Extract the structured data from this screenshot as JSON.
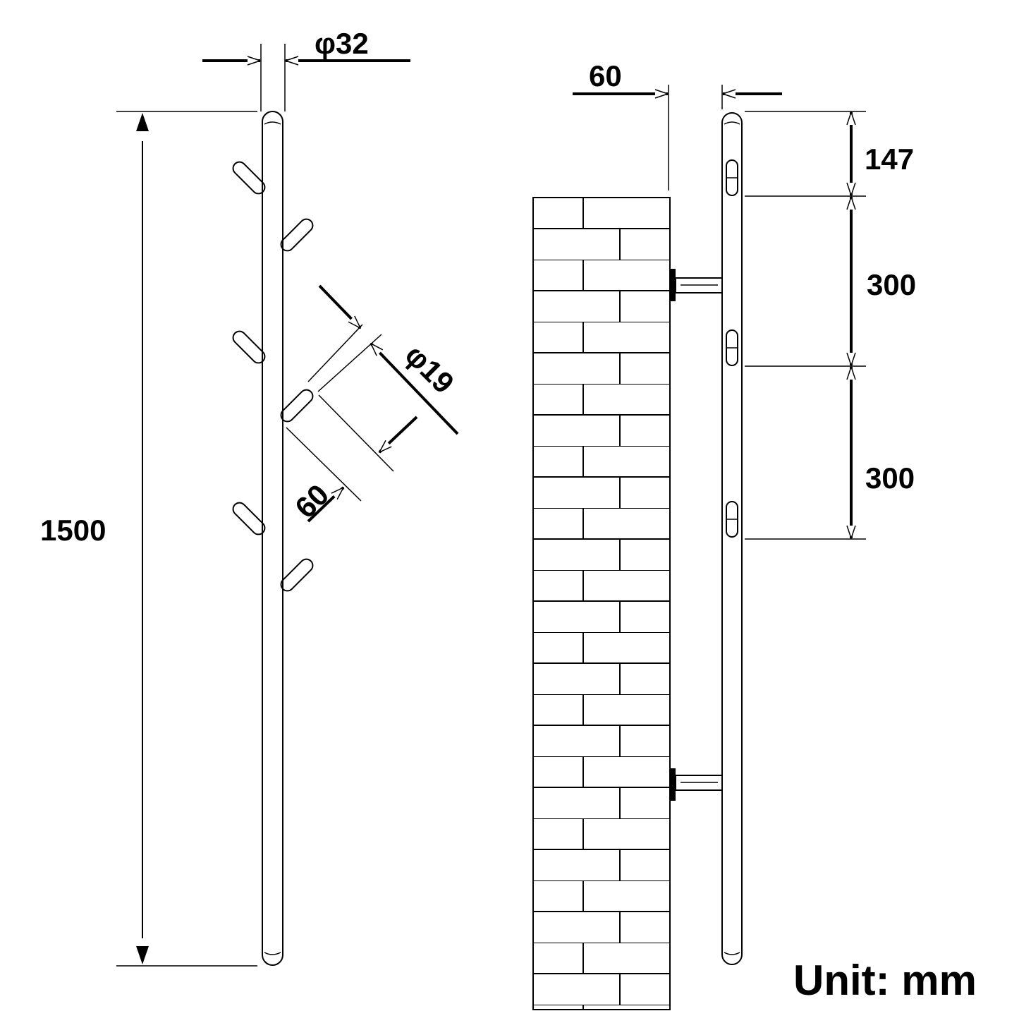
{
  "drawing": {
    "front_view": {
      "pole_diameter": "φ32",
      "hook_diameter": "φ19",
      "hook_length": "60",
      "total_height": "1500"
    },
    "side_view": {
      "wall_offset": "60",
      "top_spacing": "147",
      "spacing_1": "300",
      "spacing_2": "300"
    },
    "unit_label": "Unit: mm"
  }
}
